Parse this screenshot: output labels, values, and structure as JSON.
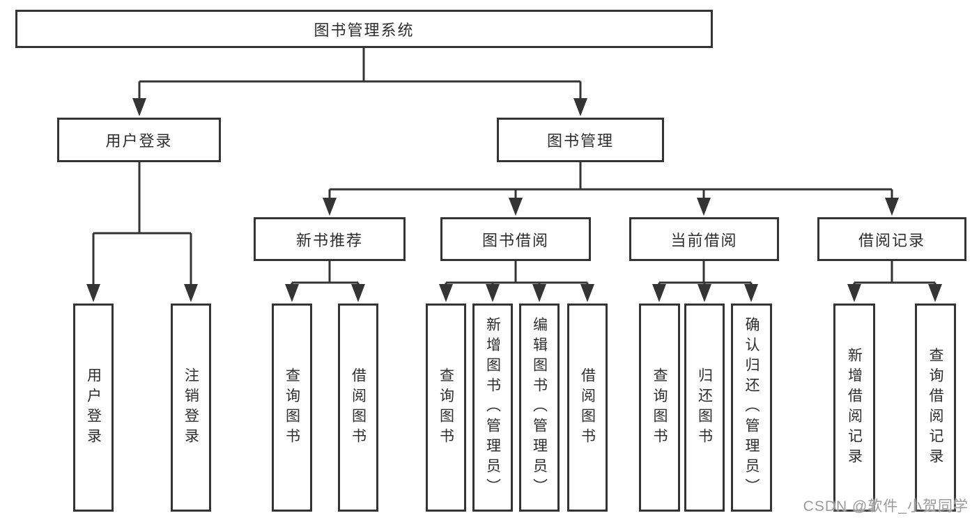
{
  "nodes": {
    "root": "图书管理系统",
    "login": "用户登录",
    "management": "图书管理",
    "new_books": "新书推荐",
    "borrowing": "图书借阅",
    "current_borrow": "当前借阅",
    "borrow_records": "借阅记录",
    "login_children": [
      "用户登录",
      "注销登录"
    ],
    "new_books_children": [
      "查询图书",
      "借阅图书"
    ],
    "borrowing_children": [
      "查询图书",
      "新增图书（管理员）",
      "编辑图书（管理员）",
      "借阅图书"
    ],
    "current_children": [
      "查询图书",
      "归还图书",
      "确认归还（管理员）"
    ],
    "records_children": [
      "新增借阅记录",
      "查询借阅记录"
    ]
  },
  "watermark": "CSDN @软件_小贺同学",
  "colors": {
    "line": "#343434",
    "box_border": "#343434",
    "box_fill": "#ffffff",
    "text": "#2d2d2d",
    "watermark": "#9b9b9b",
    "background": "#ffffff"
  }
}
